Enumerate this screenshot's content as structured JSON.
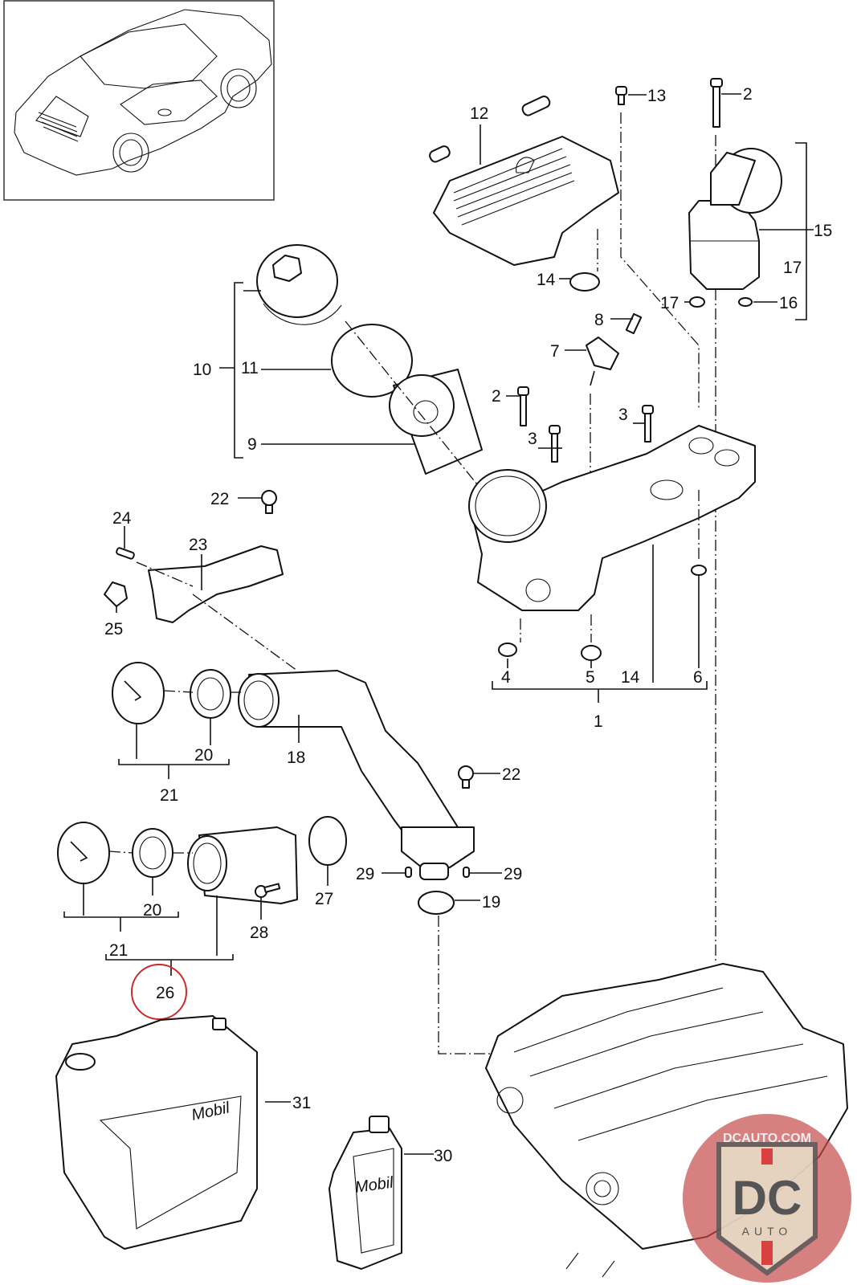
{
  "diagram": {
    "title": "Oil filter housing, oil cooler, oil filler and engine oil exploded view",
    "vehicle_thumbnail": "Porsche 911 coupe rear three-quarter outline",
    "callouts": {
      "c1": "1",
      "c2a": "2",
      "c2b": "2",
      "c3a": "3",
      "c3b": "3",
      "c4": "4",
      "c5": "5",
      "c6": "6",
      "c7": "7",
      "c8": "8",
      "c9": "9",
      "c10": "10",
      "c11": "11",
      "c12": "12",
      "c13": "13",
      "c14a": "14",
      "c14b": "14",
      "c15": "15",
      "c16": "16",
      "c17a": "17",
      "c17b": "17",
      "c18": "18",
      "c19": "19",
      "c20a": "20",
      "c20b": "20",
      "c21a": "21",
      "c21b": "21",
      "c22a": "22",
      "c22b": "22",
      "c23": "23",
      "c24": "24",
      "c25": "25",
      "c26": "26",
      "c27": "27",
      "c28": "28",
      "c29a": "29",
      "c29b": "29",
      "c30": "30",
      "c31": "31"
    },
    "highlighted_callout": "26",
    "highlight_color": "#cc2a2a",
    "labels": {
      "canister_brand": "Mobil",
      "bottle_brand": "Mobil"
    },
    "watermark": {
      "top_text": "DCAUTO.COM",
      "letters": "DC",
      "bottom_text": "AUTO",
      "circle_color": "#c44a4a",
      "shield_color": "#e8e2cc",
      "accent_color": "#d94040"
    }
  }
}
